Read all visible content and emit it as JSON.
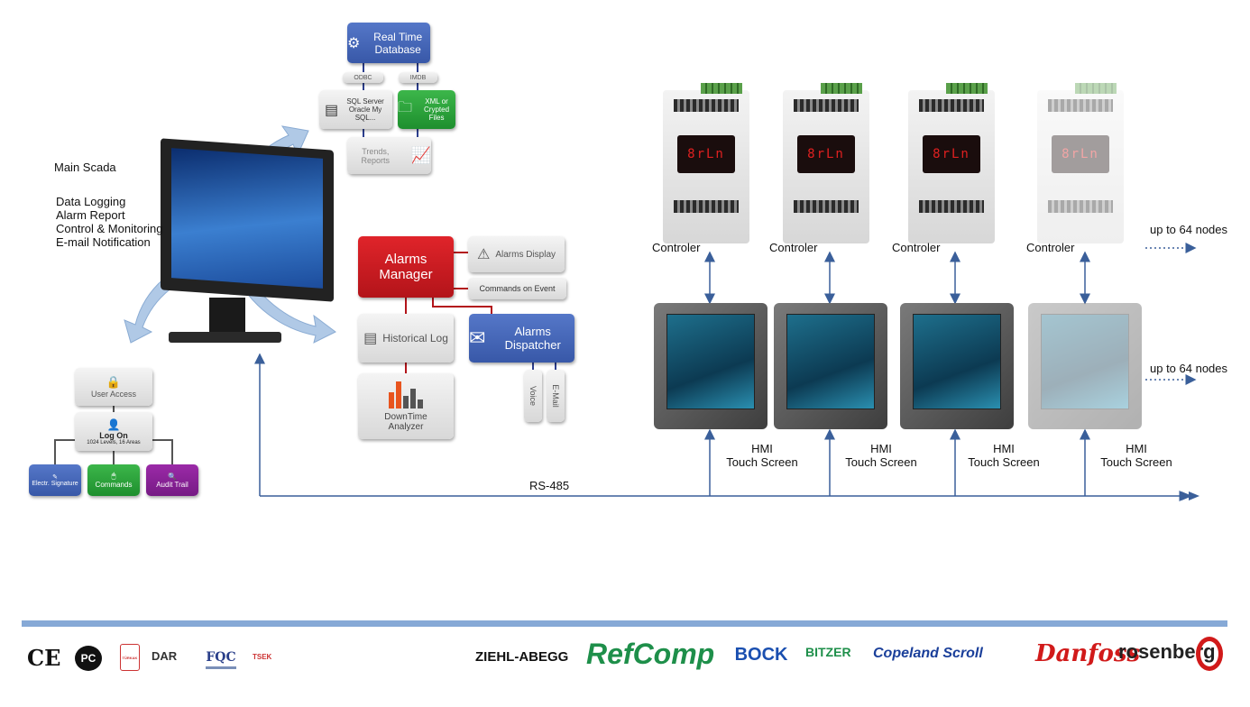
{
  "database": {
    "real_time": "Real Time Database",
    "odbc": "ODBC",
    "imdb": "IMDB",
    "sql": "SQL Server Oracle My SQL...",
    "xml": "XML or Crypted Files",
    "trends": "Trends, Reports"
  },
  "scada": {
    "title": "Main Scada",
    "features": [
      "Data Logging",
      "Alarm Report",
      "Control & Monitoring",
      "E-mail Notification"
    ]
  },
  "alarms": {
    "manager": "Alarms Manager",
    "display": "Alarms Display",
    "commands_on_event": "Commands on Event",
    "historical_log": "Historical Log",
    "dispatcher": "Alarms Dispatcher",
    "voice": "Voice",
    "email": "E-Mail",
    "downtime": "DownTime Analyzer"
  },
  "access": {
    "user_access": "User Access",
    "log_on": "Log On",
    "log_on_detail": "1024 Levels, 16 Areas",
    "signature": "Electr. Signature",
    "commands": "Commands",
    "audit_trail": "Audit Trail"
  },
  "network": {
    "controller_label": "Controler",
    "controller_display": "8rLn",
    "hmi_line1": "HMI",
    "hmi_line2": "Touch Screen",
    "nodes_label": "up to 64 nodes",
    "bus_label": "RS-485",
    "nodes": [
      {
        "faded": false
      },
      {
        "faded": false
      },
      {
        "faded": false
      },
      {
        "faded": true
      }
    ]
  },
  "footer": {
    "certifications": [
      "CE",
      "PC",
      "TÜRKAK",
      "DAR",
      "FQC",
      "TSEK"
    ],
    "brands": [
      "ZIEHL-ABEGG",
      "RefComp",
      "BOCK",
      "BITZER",
      "Copeland Scroll",
      "Danfoss",
      "rosenberg"
    ]
  },
  "colors": {
    "blue": "#3858a8",
    "green": "#1e8f2e",
    "red": "#c8181e",
    "purple": "#821d90",
    "bus": "#3a5f9a",
    "footer_bar": "#86a9d6"
  }
}
